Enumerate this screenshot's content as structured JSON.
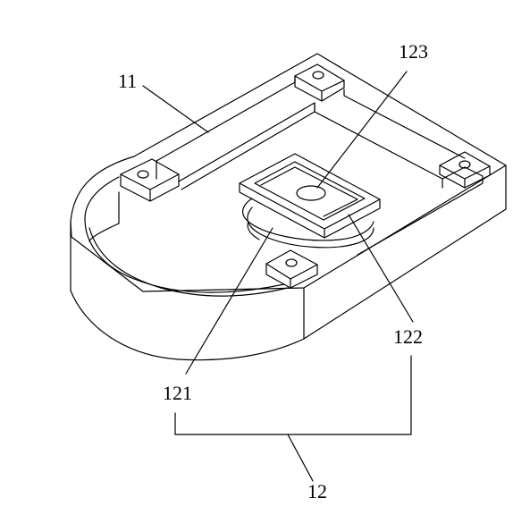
{
  "labels": {
    "housing": "11",
    "assembly": "12",
    "disc": "121",
    "frame": "122",
    "hole": "123"
  }
}
